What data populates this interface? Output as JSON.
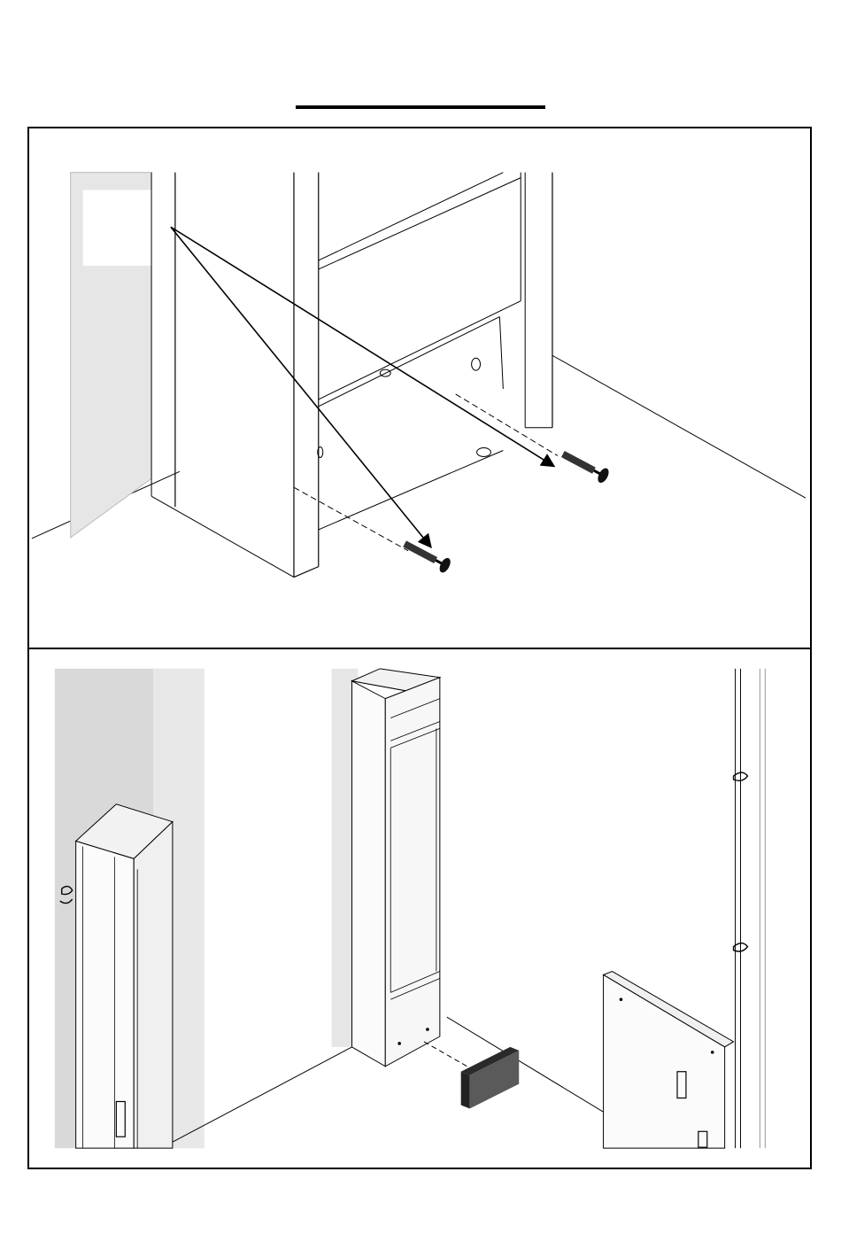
{
  "page": {
    "title": ""
  },
  "steps": [
    {
      "id": "step-1",
      "callout_label": "",
      "description": "",
      "parts": [
        "screw-with-anchor",
        "screw-with-anchor"
      ]
    },
    {
      "id": "step-2",
      "description": "",
      "parts": [
        "wall-cabinet-left",
        "tall-cabinet-column",
        "block-spacer",
        "side-panel",
        "wall-clips"
      ]
    }
  ],
  "colors": {
    "line": "#000000",
    "wall_shade": "#e6e6e6",
    "wall_shade_dark": "#d9d9d9",
    "block": "#5a5a5a",
    "block_edge": "#2a2a2a"
  }
}
